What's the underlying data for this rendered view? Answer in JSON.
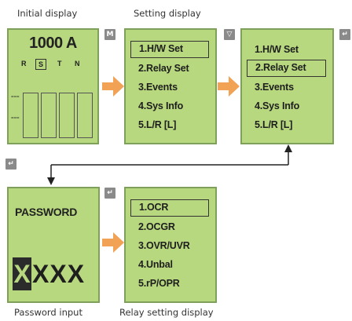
{
  "captions": {
    "initial": "Initial display",
    "setting": "Setting display",
    "password": "Password input",
    "relay": "Relay setting display"
  },
  "initial_display": {
    "current": "1000 A",
    "phases": [
      "R",
      "S",
      "T",
      "N"
    ],
    "selected_phase": "S",
    "bar_markers": [
      "===",
      "==="
    ]
  },
  "keys": {
    "menu": "M",
    "down": "▽",
    "enter": "↵"
  },
  "setting_menu": {
    "items": [
      "1.H/W Set",
      "2.Relay Set",
      "3.Events",
      "4.Sys Info",
      "5.L/R [L]"
    ],
    "selected_index": 0
  },
  "setting_menu_2": {
    "items": [
      "1.H/W Set",
      "2.Relay Set",
      "3.Events",
      "4.Sys Info",
      "5.L/R [L]"
    ],
    "selected_index": 1
  },
  "password": {
    "title": "PASSWORD",
    "first_char": "X",
    "rest": "XXX"
  },
  "relay_menu": {
    "items": [
      "1.OCR",
      "2.OCGR",
      "3.OVR/UVR",
      "4.Unbal",
      "5.rP/OPR"
    ],
    "selected_index": 0
  },
  "colors": {
    "panel_bg": "#b7d87e",
    "panel_border": "#7fa05a",
    "arrow": "#f2a255",
    "key_bg": "#8a8a8a"
  }
}
